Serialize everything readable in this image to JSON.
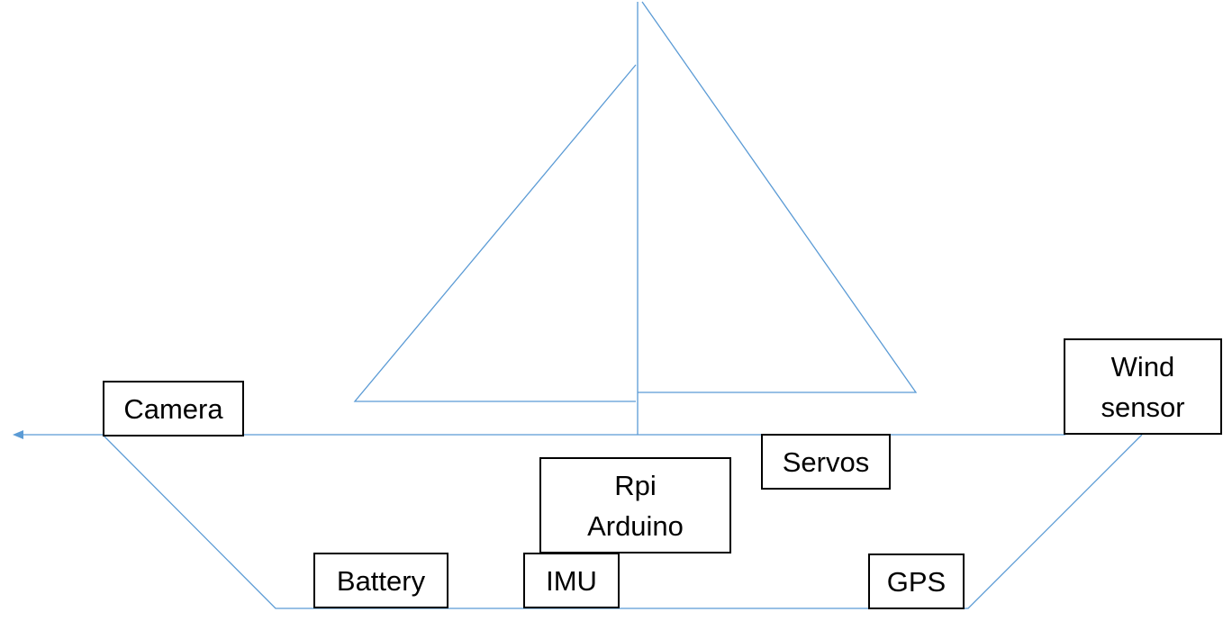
{
  "diagram": {
    "components": {
      "camera": "Camera",
      "wind_sensor": "Wind\nsensor",
      "servos": "Servos",
      "rpi_arduino": "Rpi\nArduino",
      "battery": "Battery",
      "imu": "IMU",
      "gps": "GPS"
    },
    "colors": {
      "outline": "#5b9bd5",
      "box_border": "#000000",
      "text": "#000000",
      "background": "#ffffff"
    }
  }
}
